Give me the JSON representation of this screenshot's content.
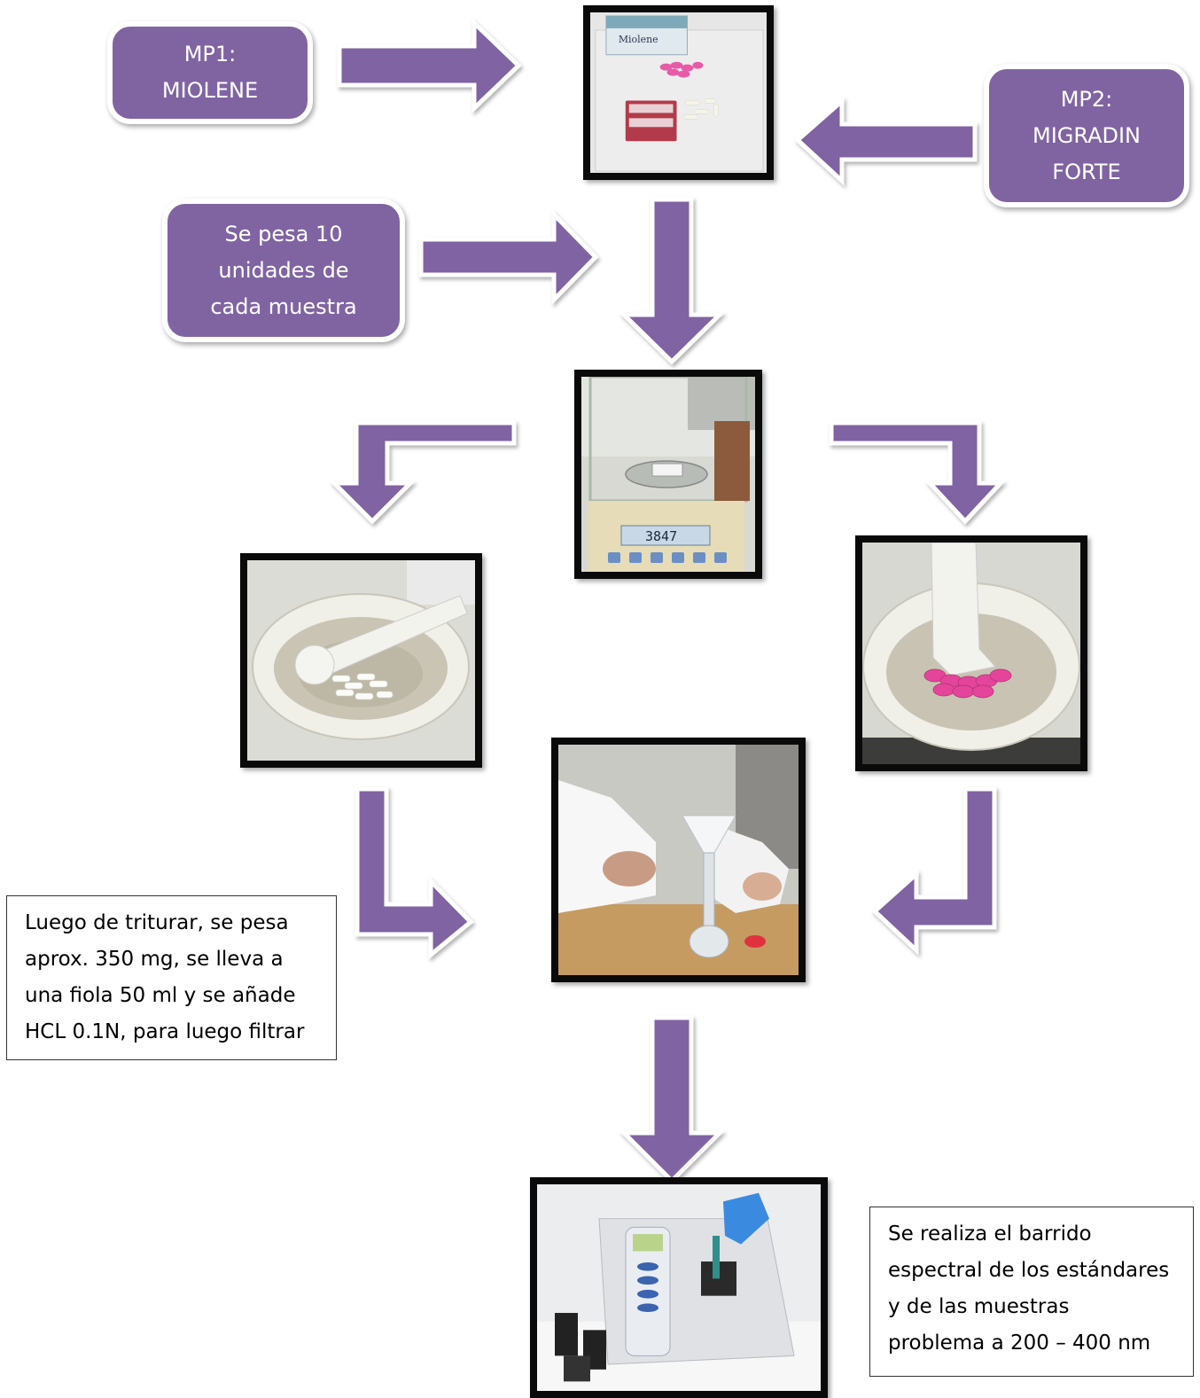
{
  "boxes": {
    "mp1": "MP1:\nMIOLENE",
    "mp2": "MP2:\nMIGRADIN\nFORTE",
    "weigh": "Se pesa 10\nunidades de\ncada muestra"
  },
  "notes": {
    "triturate": "Luego de triturar, se pesa\naprox. 350 mg, se lleva a\nuna fiola 50 ml y se añade\nHCL 0.1N, para luego filtrar",
    "scan": "Se realiza el barrido\nespectral de los estándares\ny de las muestras\nproblema a 200 – 400 nm"
  },
  "photos": {
    "box_label": "Miolene",
    "balance_reading": "3847"
  },
  "colors": {
    "box_fill": "#8064a2",
    "arrow_fill": "#8064a2",
    "photo_frame": "#0a0a0a"
  }
}
